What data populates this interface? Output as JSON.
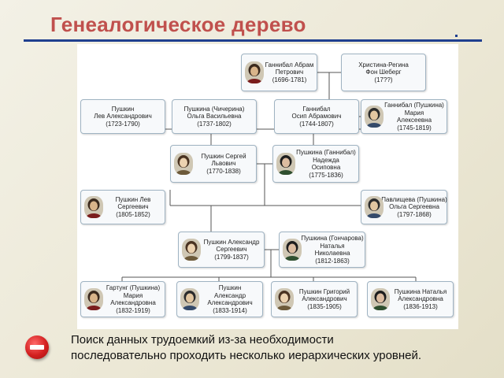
{
  "slide": {
    "title": "Генеалогическое дерево",
    "note_lines": [
      "Поиск данных трудоемкий из-за необходимости",
      "последовательно проходить несколько иерархических уровней."
    ],
    "icon": "no-entry-icon"
  },
  "tree": {
    "people": [
      {
        "id": "gannibal-abram",
        "lines": [
          "Ганнибал Абрам",
          "Петрович",
          "(1696-1781)"
        ],
        "portrait": true
      },
      {
        "id": "christina-regina",
        "lines": [
          "Христина-Регина",
          "Фон Шеберг",
          "(17??)"
        ],
        "portrait": false
      },
      {
        "id": "pushkin-lev-a",
        "lines": [
          "Пушкин",
          "Лев Александрович",
          "(1723-1790)"
        ],
        "portrait": false
      },
      {
        "id": "pushkina-olga-v",
        "lines": [
          "Пушкина (Чичерина)",
          "Ольга Васильевна",
          "(1737-1802)"
        ],
        "portrait": false
      },
      {
        "id": "gannibal-osip",
        "lines": [
          "Ганнибал",
          "Осип Абрамович",
          "(1744-1807)"
        ],
        "portrait": false
      },
      {
        "id": "gannibal-maria",
        "lines": [
          "Ганнибал (Пушкина)",
          "Мария",
          "Алексеевна",
          "(1745-1819)"
        ],
        "portrait": true
      },
      {
        "id": "pushkin-sergey",
        "lines": [
          "Пушкин Сергей",
          "Львович",
          "(1770-1838)"
        ],
        "portrait": true
      },
      {
        "id": "pushkina-nadezhda",
        "lines": [
          "Пушкина (Ганнибал)",
          "Надежда",
          "Осиповна",
          "(1775-1836)"
        ],
        "portrait": true
      },
      {
        "id": "pushkin-lev-s",
        "lines": [
          "Пушкин Лев",
          "Сергеевич",
          "(1805-1852)"
        ],
        "portrait": true
      },
      {
        "id": "pavlishcheva-olga",
        "lines": [
          "Павлищева (Пушкина)",
          "Ольга Сергеевна",
          "(1797-1868)"
        ],
        "portrait": true
      },
      {
        "id": "pushkin-alexander-s",
        "lines": [
          "Пушкин Александр",
          "Сергеевич",
          "(1799-1837)"
        ],
        "portrait": true
      },
      {
        "id": "pushkina-natalia-n",
        "lines": [
          "Пушкина (Гончарова)",
          "Наталья",
          "Николаевна",
          "(1812-1863)"
        ],
        "portrait": true
      },
      {
        "id": "gartung-maria",
        "lines": [
          "Гартунг (Пушкина)",
          "Мария",
          "Александровна",
          "(1832-1919)"
        ],
        "portrait": true
      },
      {
        "id": "pushkin-alexander-a",
        "lines": [
          "Пушкин",
          "Александр",
          "Александрович",
          "(1833-1914)"
        ],
        "portrait": true
      },
      {
        "id": "pushkin-grigory",
        "lines": [
          "Пушкин Григорий",
          "Александрович",
          "(1835-1905)"
        ],
        "portrait": true
      },
      {
        "id": "pushkina-natalia-a",
        "lines": [
          "Пушкина Наталья",
          "Александровна",
          "(1836-1913)"
        ],
        "portrait": true
      }
    ]
  },
  "colors": {
    "title": "#c0504d",
    "rule": "#1f3f8f",
    "connector": "#555555",
    "node_border": "#9fb3c2"
  }
}
